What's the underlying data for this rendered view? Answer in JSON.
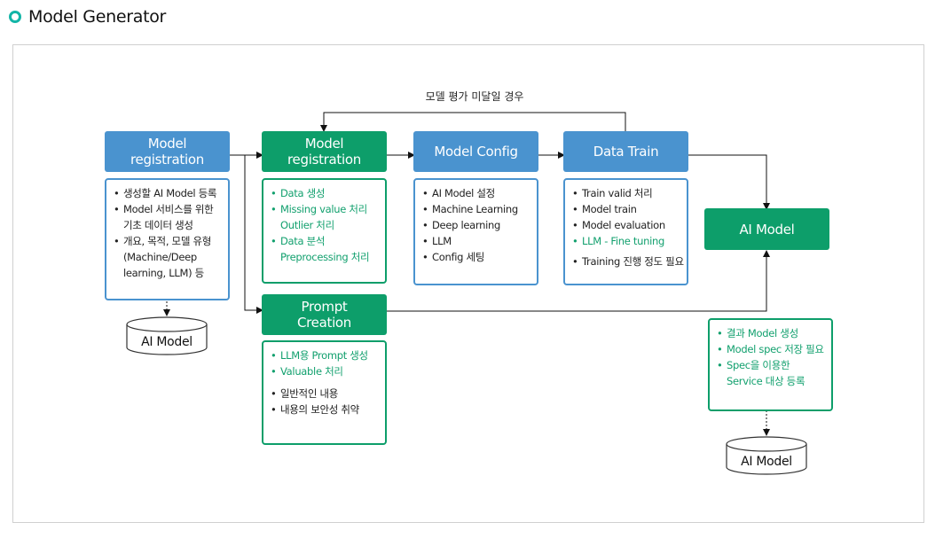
{
  "page": {
    "title": "Model Generator"
  },
  "diagram": {
    "loop_label": "모델 평가 미달일 경우",
    "nodes": {
      "model_registration": "Model\nregistration",
      "data_registration": "Model\nregistration",
      "model_config": "Model Config",
      "data_train": "Data Train",
      "prompt_creation": "Prompt\nCreation",
      "ai_model": "AI Model"
    },
    "details": {
      "model_registration": [
        "생성할 AI Model 등록",
        "Model 서비스를 위한\n기초 데이터 생성",
        "개요, 목적, 모델 유형\n(Machine/Deep\nlearning, LLM) 등"
      ],
      "data_registration": [
        "Data 생성",
        "Missing value 처리\nOutlier 처리",
        "Data 분석\nPreprocessing 처리"
      ],
      "model_config": [
        "AI Model 설정",
        "Machine Learning",
        "Deep learning",
        "LLM",
        "Config 세팅"
      ],
      "data_train": [
        "Train valid 처리",
        "Model train",
        "Model evaluation",
        "LLM - Fine tuning",
        "Training 진행 정도 필요"
      ],
      "prompt_creation_green": [
        "LLM용 Prompt 생성",
        "Valuable 처리"
      ],
      "prompt_creation_black": [
        "일반적인 내용",
        "내용의 보안성 취약"
      ],
      "ai_model": [
        "결과 Model 생성",
        "Model spec 저장 필요",
        "Spec을 이용한\nService 대상 등록"
      ]
    },
    "databases": {
      "left": "AI Model",
      "right": "AI Model"
    },
    "colors": {
      "blue": "#4a93cf",
      "green": "#0d9e6a",
      "green_text": "#12a06e",
      "title_ring": "#13b5a7"
    }
  }
}
